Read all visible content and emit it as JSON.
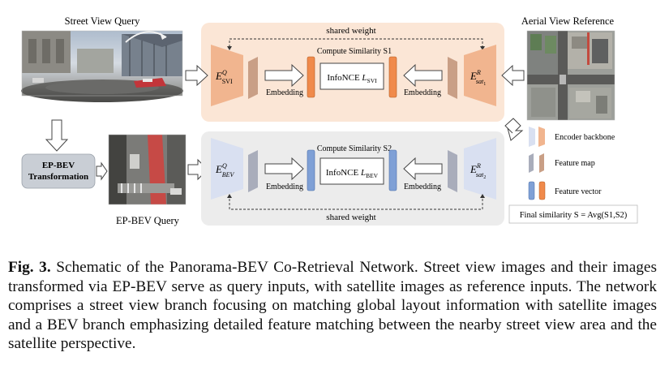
{
  "figure": {
    "street_view_query_label": "Street View Query",
    "aerial_view_reference_label": "Aerial View Reference",
    "ep_bev_query_label": "EP-BEV Query",
    "transform_box_line1": "EP-BEV",
    "transform_box_line2": "Transformation",
    "top_branch": {
      "shared_weight": "shared weight",
      "compute_similarity": "Compute Similarity S1",
      "infonce_main": "InfoNCE",
      "infonce_sym": "L",
      "infonce_sub": "SVI",
      "embedding_left": "Embedding",
      "embedding_right": "Embedding",
      "encoder_left_main": "E",
      "encoder_left_sup": "Q",
      "encoder_left_sub": "SVI",
      "encoder_right_main": "E",
      "encoder_right_sup": "R",
      "encoder_right_sub": "sat",
      "encoder_right_subsub": "1",
      "color_encoder": "#f1b58f",
      "color_fmap": "#c99f86",
      "color_vector": "#f08a4b",
      "color_panel": "#fbe6d6"
    },
    "bottom_branch": {
      "shared_weight": "shared weight",
      "compute_similarity": "Compute Similarity S2",
      "infonce_main": "InfoNCE",
      "infonce_sym": "L",
      "infonce_sub": "BEV",
      "embedding_left": "Embedding",
      "embedding_right": "Embedding",
      "encoder_left_main": "E",
      "encoder_left_sup": "Q",
      "encoder_left_sub": "BEV",
      "encoder_right_main": "E",
      "encoder_right_sup": "R",
      "encoder_right_sub": "sat",
      "encoder_right_subsub": "2",
      "color_encoder": "#d9e0f1",
      "color_fmap": "#a9adbb",
      "color_vector": "#7fa0d6",
      "color_panel": "#ececec"
    },
    "legend": {
      "encoder_backbone": "Encoder backbone",
      "feature_map": "Feature map",
      "feature_vector": "Feature vector",
      "final_similarity": "Final similarity S = Avg(S1,S2)"
    }
  },
  "caption": {
    "label": "Fig. 3.",
    "text": "Schematic of the Panorama-BEV Co-Retrieval Network. Street view images and their images transformed via EP-BEV serve as query inputs, with satellite images as reference inputs. The network comprises a street view branch focusing on matching global layout information with satellite images and a BEV branch emphasizing detailed feature matching between the nearby street view area and the satellite perspective."
  }
}
